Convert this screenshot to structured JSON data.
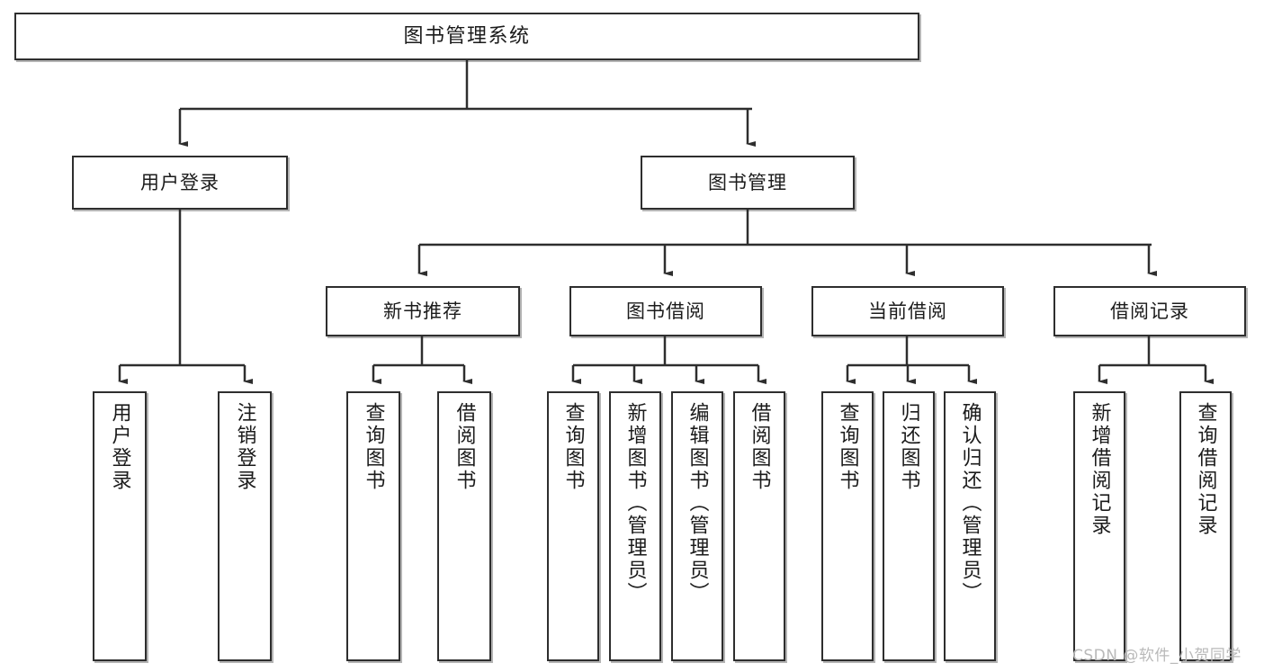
{
  "diagram": {
    "type": "tree",
    "title": "图书管理系统",
    "watermark": "CSDN @软件_小贺同学",
    "root": {
      "label": "图书管理系统"
    },
    "level2": [
      {
        "label": "用户登录"
      },
      {
        "label": "图书管理"
      }
    ],
    "level3": [
      {
        "label": "新书推荐"
      },
      {
        "label": "图书借阅"
      },
      {
        "label": "当前借阅"
      },
      {
        "label": "借阅记录"
      }
    ],
    "leaves": {
      "user_login": [
        {
          "label": "用户登录"
        },
        {
          "label": "注销登录"
        }
      ],
      "new_book": [
        {
          "label": "查询图书"
        },
        {
          "label": "借阅图书"
        }
      ],
      "book_borrow": [
        {
          "label": "查询图书"
        },
        {
          "label": "新增图书（管理员）"
        },
        {
          "label": "编辑图书（管理员）"
        },
        {
          "label": "借阅图书"
        }
      ],
      "current_borrow": [
        {
          "label": "查询图书"
        },
        {
          "label": "归还图书"
        },
        {
          "label": "确认归还（管理员）"
        }
      ],
      "borrow_record": [
        {
          "label": "新增借阅记录"
        },
        {
          "label": "查询借阅记录"
        }
      ]
    },
    "colors": {
      "stroke": "#2e2e2e",
      "fill": "#ffffff",
      "text": "#1b1b1b",
      "watermark": "#b9b9b9"
    }
  }
}
